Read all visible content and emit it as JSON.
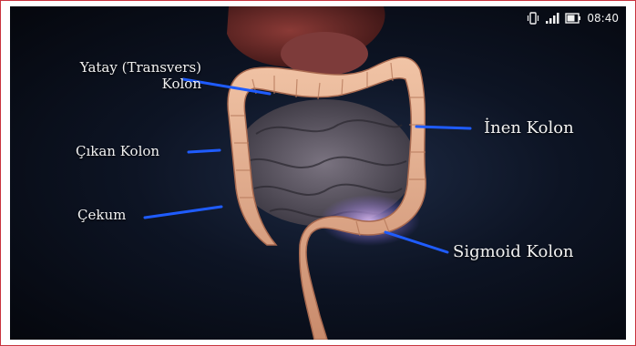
{
  "status_bar": {
    "time": "08:40",
    "icons": [
      "vibrate-icon",
      "signal-icon",
      "battery-icon"
    ]
  },
  "labels": {
    "transverse_line1": "Yatay (Transvers)",
    "transverse_line2": "Kolon",
    "ascending": "Çıkan Kolon",
    "cecum": "Çekum",
    "descending": "İnen Kolon",
    "sigmoid": "Sigmoid Kolon"
  },
  "colors": {
    "pointer_line": "#1f5cff",
    "colon": "#e7b08f",
    "small_intestine": "#6d6670",
    "liver": "#6a2a2a",
    "frame": "#c9343f"
  }
}
